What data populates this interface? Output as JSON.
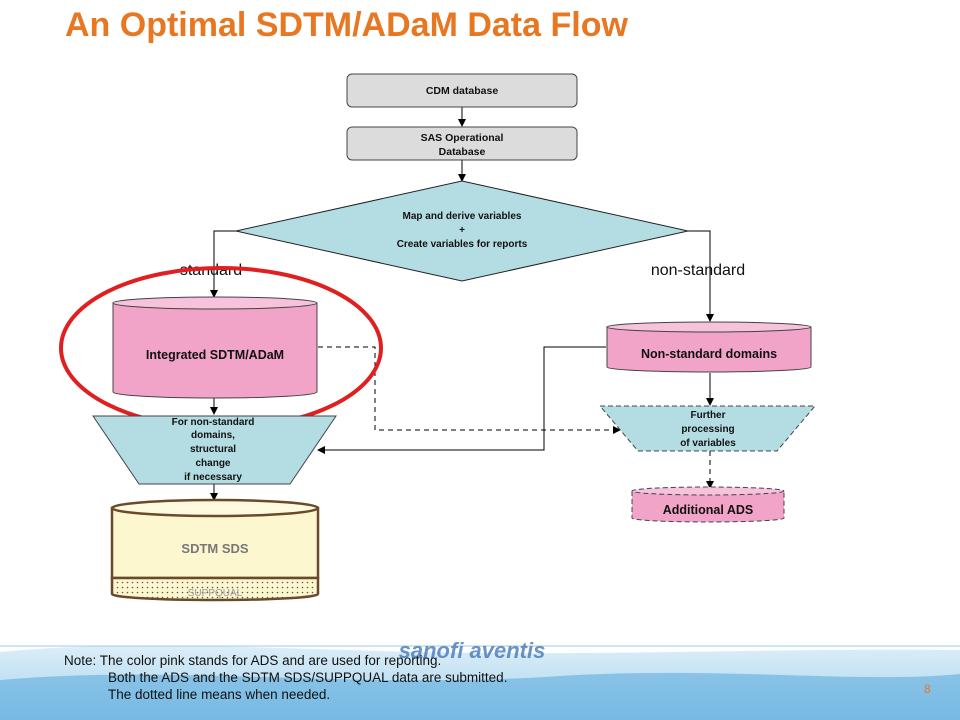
{
  "title": "An Optimal SDTM/ADaM Data Flow",
  "nodes": {
    "cdm_database": "CDM database",
    "sas_operational_line1": "SAS Operational",
    "sas_operational_line2": "Database",
    "map_derive_line1": "Map and derive variables",
    "map_derive_line2": "+",
    "map_derive_line3": "Create variables for reports",
    "standard_label": "standard",
    "nonstandard_label": "non-standard",
    "integrated_sdtm_adam": "Integrated  SDTM/ADaM",
    "nonstandard_domains": "Non-standard domains",
    "structural_line1": "For non-standard",
    "structural_line2": "domains,",
    "structural_line3": "structural",
    "structural_line4": "change",
    "structural_line5": "if necessary",
    "further_line1": "Further",
    "further_line2": "processing",
    "further_line3": "of variables",
    "additional_ads": "Additional ADS",
    "sdtm_sds": "SDTM SDS",
    "suppqual": "SUPPQUAL"
  },
  "logo_text": "sanofi aventis",
  "note": {
    "line1": "Note: The color pink stands for ADS and are used for reporting.",
    "line2": "Both the ADS  and the SDTM SDS/SUPPQUAL data are submitted.",
    "line3": "The dotted line means when needed."
  },
  "page_number": "8",
  "colors": {
    "title": "#e87722",
    "pink": "#f2a3c8",
    "teal": "#b3dde2",
    "cream": "#fdf7cf",
    "gray_box": "#dcdcdc",
    "highlight_ring": "#e02020"
  }
}
